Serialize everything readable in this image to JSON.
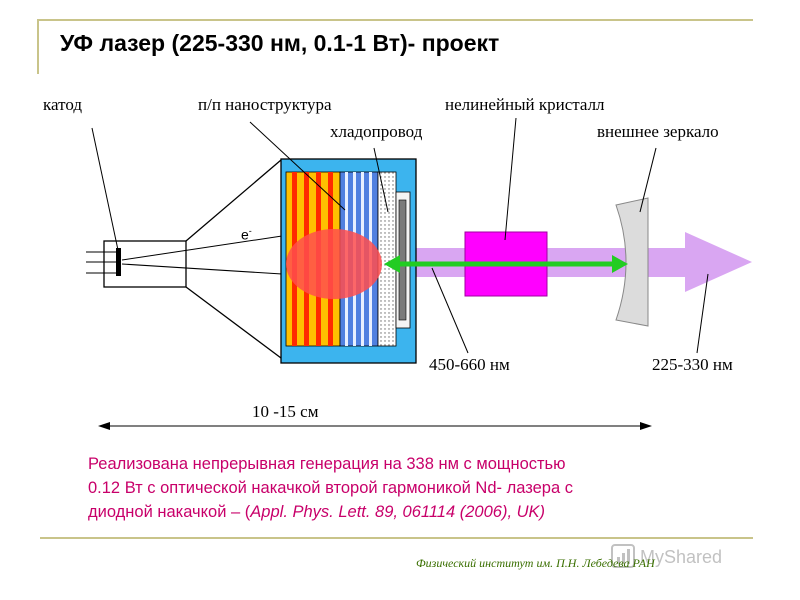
{
  "title": "УФ лазер (225-330 нм, 0.1-1 Вт)- проект",
  "labels": {
    "cathode": "катод",
    "nanostructure": "п/п наноструктура",
    "heat_sink": "хладопровод",
    "crystal": "нелинейный кристалл",
    "mirror": "внешнее зеркало",
    "electron": "e",
    "electron_sup": "-",
    "wavelength_visible": "450-660 нм",
    "wavelength_uv": "225-330 нм",
    "length": "10 -15 см"
  },
  "note": {
    "line1": "Реализована непрерывная генерация на 338 нм с мощностью",
    "line2": "0.12 Вт с оптической накачкой второй гармоникой Nd- лазера с",
    "line3_plain": "диодной накачкой – (",
    "line3_italic": "Appl. Phys. Lett. 89, 061114 (2006), UK)"
  },
  "footer": "Физический институт им. П.Н. Лебедева РАН",
  "watermark": "MyShared",
  "colors": {
    "note_text": "#c8006a",
    "rule": "#c9c48a",
    "footer_text": "#3a6f00",
    "water_block": "#3cb4ee",
    "crystal": "#ff00ff",
    "beam_visible": "#22cc22",
    "beam_uv": "#d9a6f2",
    "spot": "#ff4d4d"
  }
}
